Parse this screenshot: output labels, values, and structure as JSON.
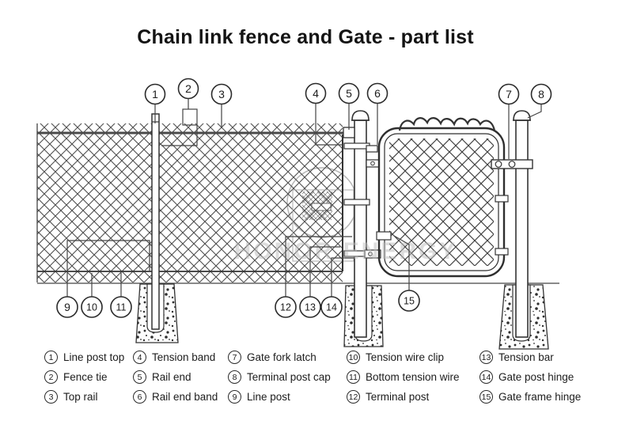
{
  "title": "Chain link fence and Gate - part list",
  "watermark": "HONOR ENERGY",
  "colors": {
    "line": "#2b2b2b",
    "mesh": "#4d4d4d",
    "watermark": "#bdbdbd",
    "background": "#ffffff"
  },
  "diagram": {
    "callouts": [
      "1",
      "2",
      "3",
      "4",
      "5",
      "6",
      "7",
      "8",
      "9",
      "10",
      "11",
      "12",
      "13",
      "14",
      "15"
    ]
  },
  "legend": {
    "columns": [
      {
        "items": [
          {
            "num": "1",
            "label": "Line post top"
          },
          {
            "num": "2",
            "label": "Fence tie"
          },
          {
            "num": "3",
            "label": "Top rail"
          }
        ]
      },
      {
        "items": [
          {
            "num": "4",
            "label": "Tension band"
          },
          {
            "num": "5",
            "label": "Rail end"
          },
          {
            "num": "6",
            "label": "Rail end band"
          }
        ]
      },
      {
        "items": [
          {
            "num": "7",
            "label": "Gate fork latch"
          },
          {
            "num": "8",
            "label": "Terminal post cap"
          },
          {
            "num": "9",
            "label": "Line post"
          }
        ]
      },
      {
        "items": [
          {
            "num": "10",
            "label": "Tension wire clip"
          },
          {
            "num": "11",
            "label": "Bottom tension wire"
          },
          {
            "num": "12",
            "label": "Terminal post"
          }
        ]
      },
      {
        "items": [
          {
            "num": "13",
            "label": "Tension bar"
          },
          {
            "num": "14",
            "label": "Gate post hinge"
          },
          {
            "num": "15",
            "label": "Gate frame hinge"
          }
        ]
      }
    ]
  }
}
